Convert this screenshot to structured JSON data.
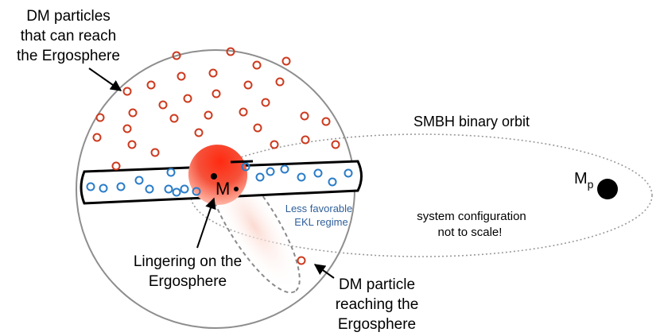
{
  "labels": {
    "dm_reach_line1": "DM particles",
    "dm_reach_line2": "that can reach",
    "dm_reach_line3": "the Ergosphere",
    "orbit_label": "SMBH binary orbit",
    "mp_main": "M",
    "mp_sub": "p",
    "m_main": "M",
    "m_sub": "•",
    "regime_line1": "Less favorable",
    "regime_line2": "EKL regime",
    "scale_line1": "system configuration",
    "scale_line2": "not to scale!",
    "linger_line1": "Lingering on the",
    "linger_line2": "Ergosphere",
    "dmp_line1": "DM particle",
    "dmp_line2": "reaching the",
    "dmp_line3": "Ergosphere"
  },
  "colors": {
    "red_particle": "#cc3a1e",
    "blue_particle": "#2a7cc7",
    "regime_text": "#2f5f9a",
    "orbit": "#8a8a8a",
    "ergosphere": "#f0382a"
  },
  "icons": {
    "m_particles": "open-circle-red",
    "disk_particles": "open-circle-blue",
    "perturber": "filled-black-circle"
  }
}
